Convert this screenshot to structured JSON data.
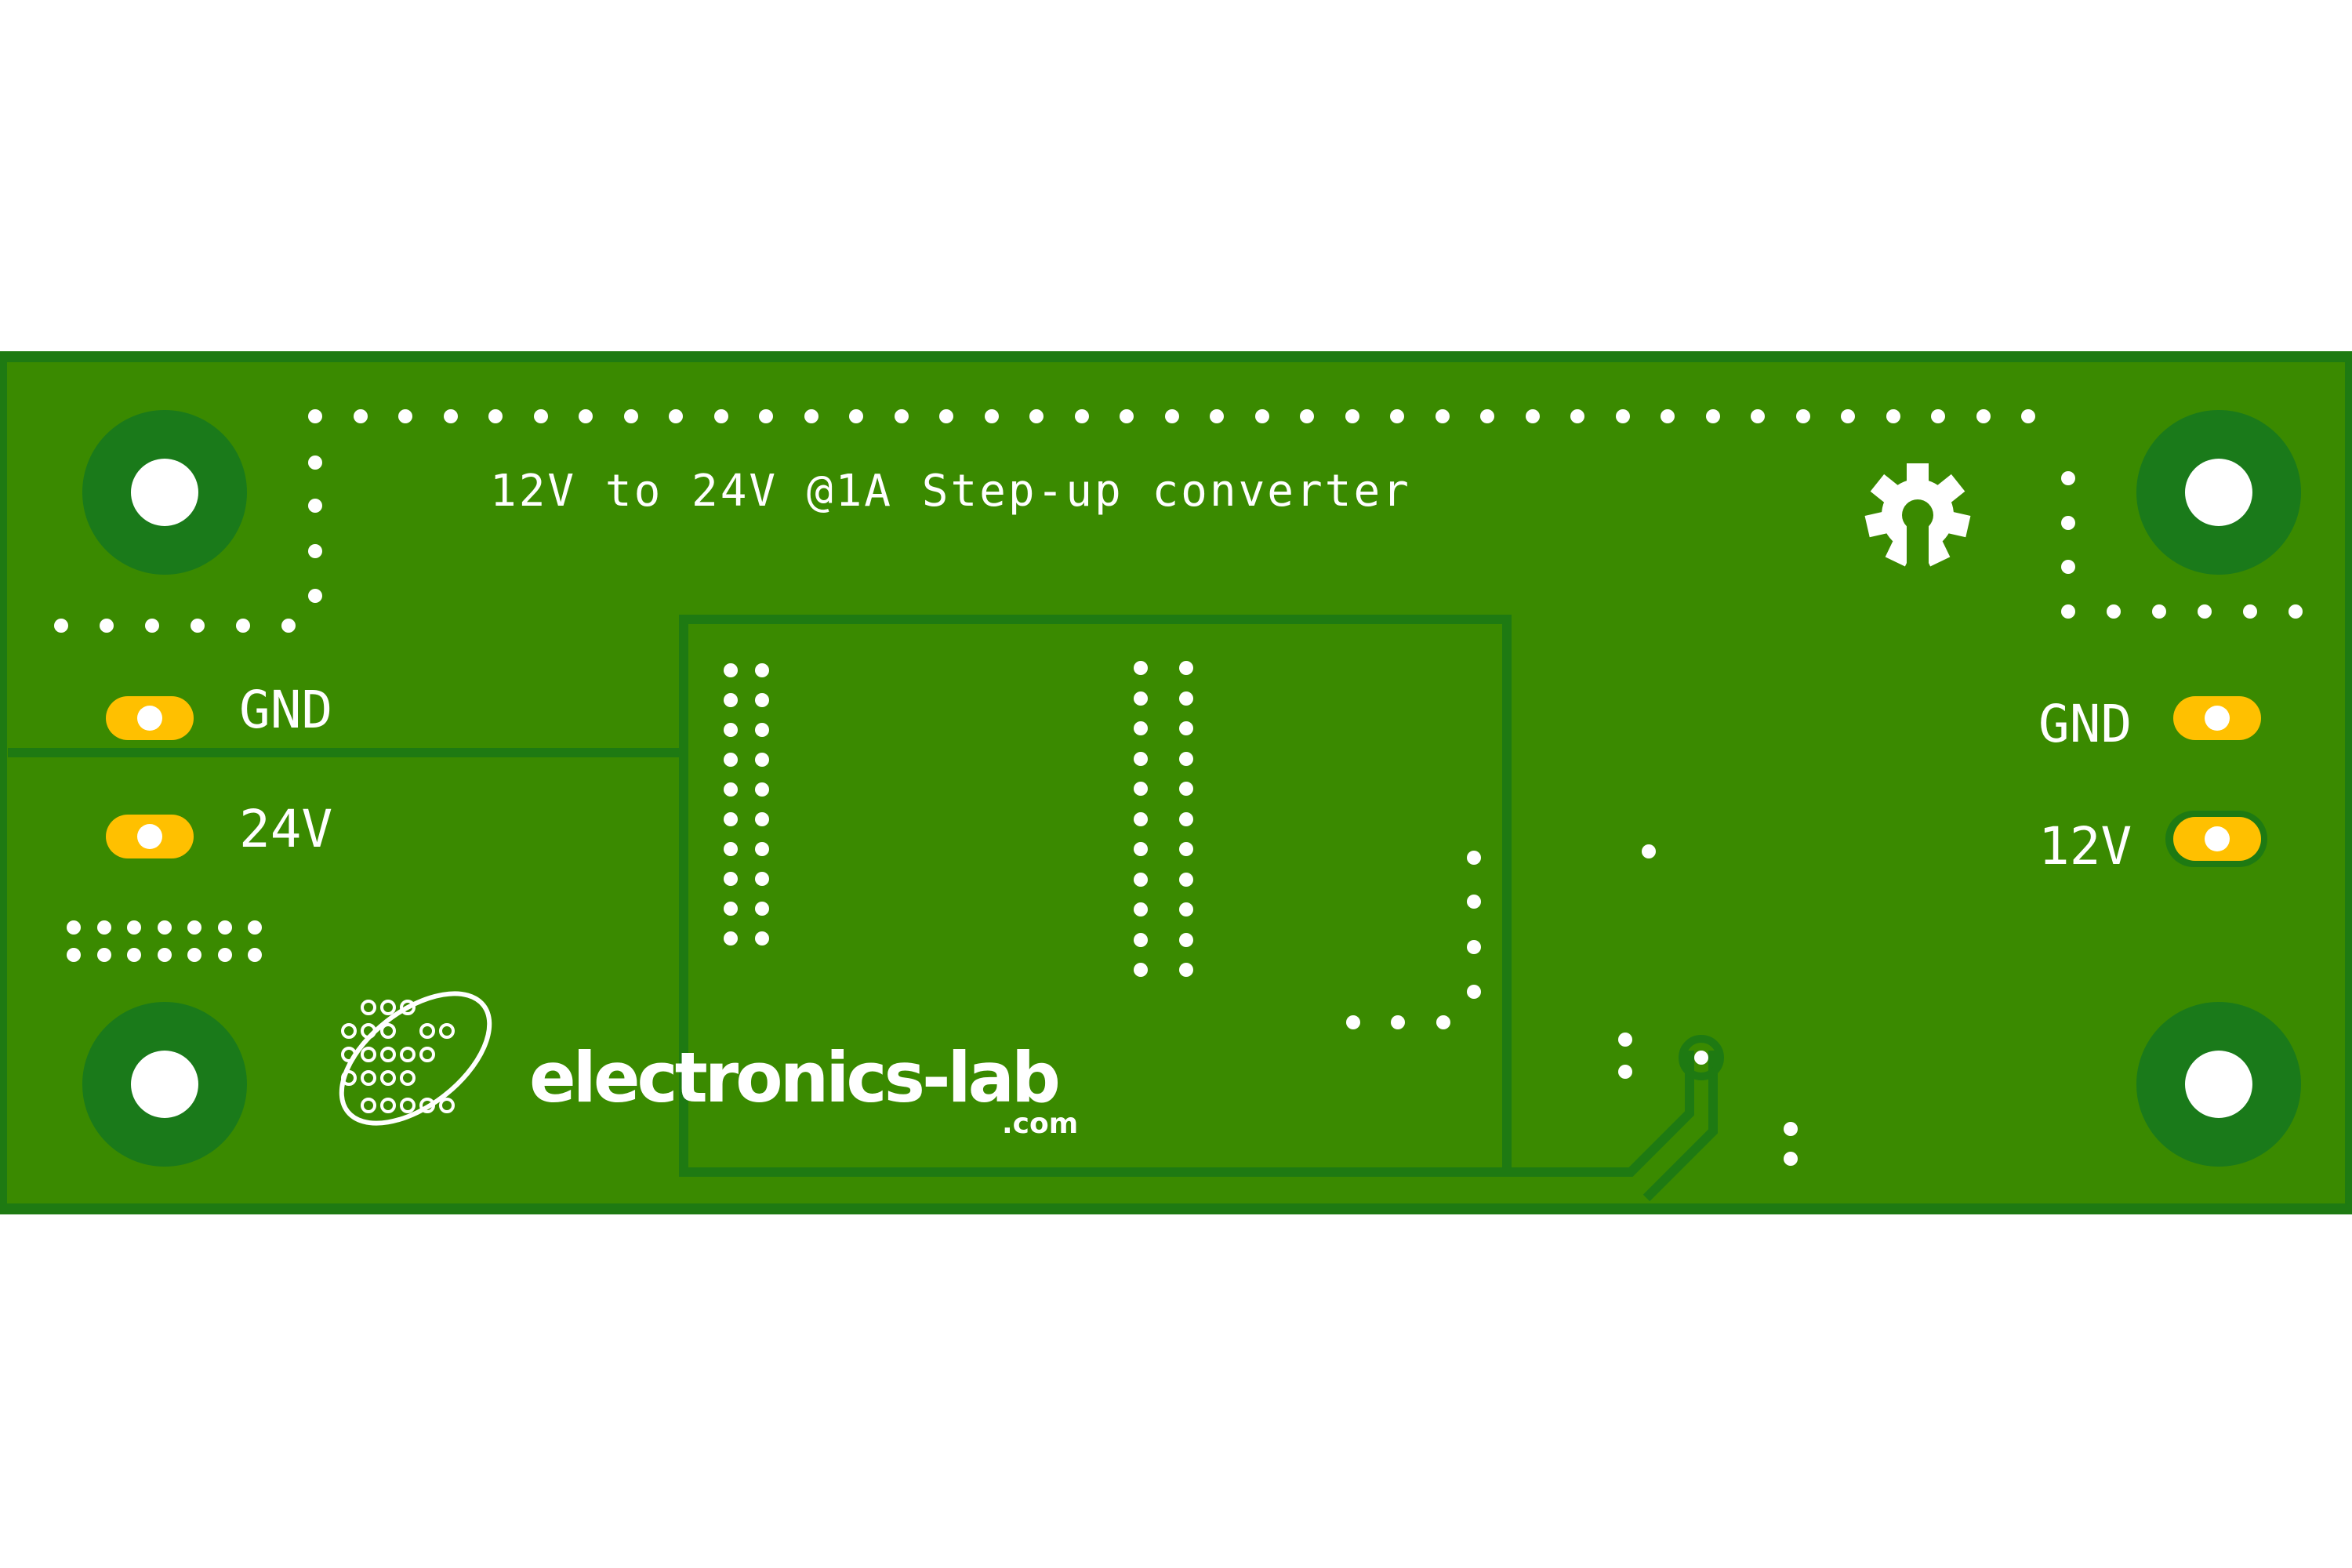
{
  "board": {
    "title": "12V to 24V @1A Step-up converter",
    "colors": {
      "background": "#ffffff",
      "soldermask": "#3a8a00",
      "copper_edge": "#1e7a12",
      "mounting_ring": "#1a7a1a",
      "pad_gold": "#ffc000",
      "silkscreen": "#ffffff"
    }
  },
  "connectors": {
    "left": [
      {
        "label": "GND"
      },
      {
        "label": "24V"
      }
    ],
    "right": [
      {
        "label": "GND"
      },
      {
        "label": "12V"
      }
    ]
  },
  "logo": {
    "text": "electronics-lab",
    "suffix": ".com"
  },
  "icons": {
    "oshw": "open-source-hardware-gear-icon",
    "logo_mark": "breadboard-circuit-icon"
  }
}
